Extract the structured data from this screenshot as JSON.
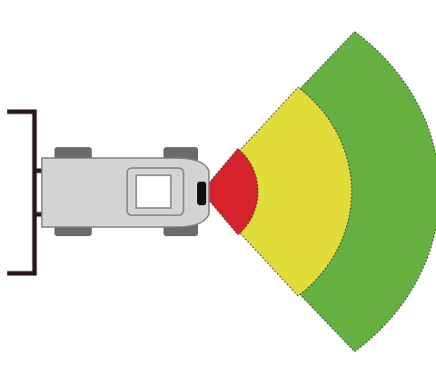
{
  "diagram": {
    "subject": "forklift-truck",
    "view": "top-down",
    "zones": [
      {
        "name": "danger-zone",
        "color": "#d6232b"
      },
      {
        "name": "warning-zone",
        "color": "#e2dc3a"
      },
      {
        "name": "safe-zone",
        "color": "#64b142"
      }
    ],
    "colors": {
      "background": "#ffffff",
      "body": "#d3d3d3",
      "body_outline": "#7d7d7d",
      "forks": "#2a1a1c",
      "tires": "#6b6b6b",
      "cabin": "#ffffff",
      "sensor": "#111111",
      "zone_outline": "#3a3a3a"
    }
  }
}
